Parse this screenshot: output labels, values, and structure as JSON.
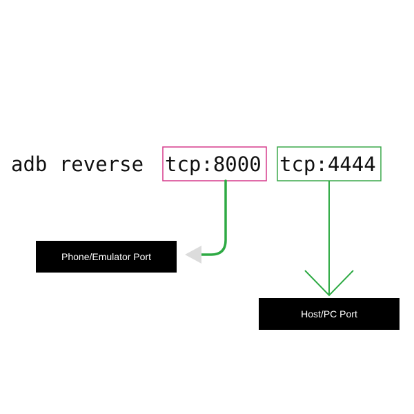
{
  "command": {
    "prefix": "adb reverse",
    "device_arg": "tcp:8000",
    "host_arg": "tcp:4444"
  },
  "labels": {
    "device_port": "Phone/Emulator Port",
    "host_port": "Host/PC Port"
  },
  "colors": {
    "device_box_border": "#d63a8c",
    "host_box_border": "#3aa84a",
    "curved_arrow": "#2eaa44",
    "straight_arrow": "#2eaa44",
    "arrowhead_gray": "#dcdcdc",
    "label_background": "#000000",
    "label_text": "#ffffff",
    "command_text": "#111111"
  }
}
